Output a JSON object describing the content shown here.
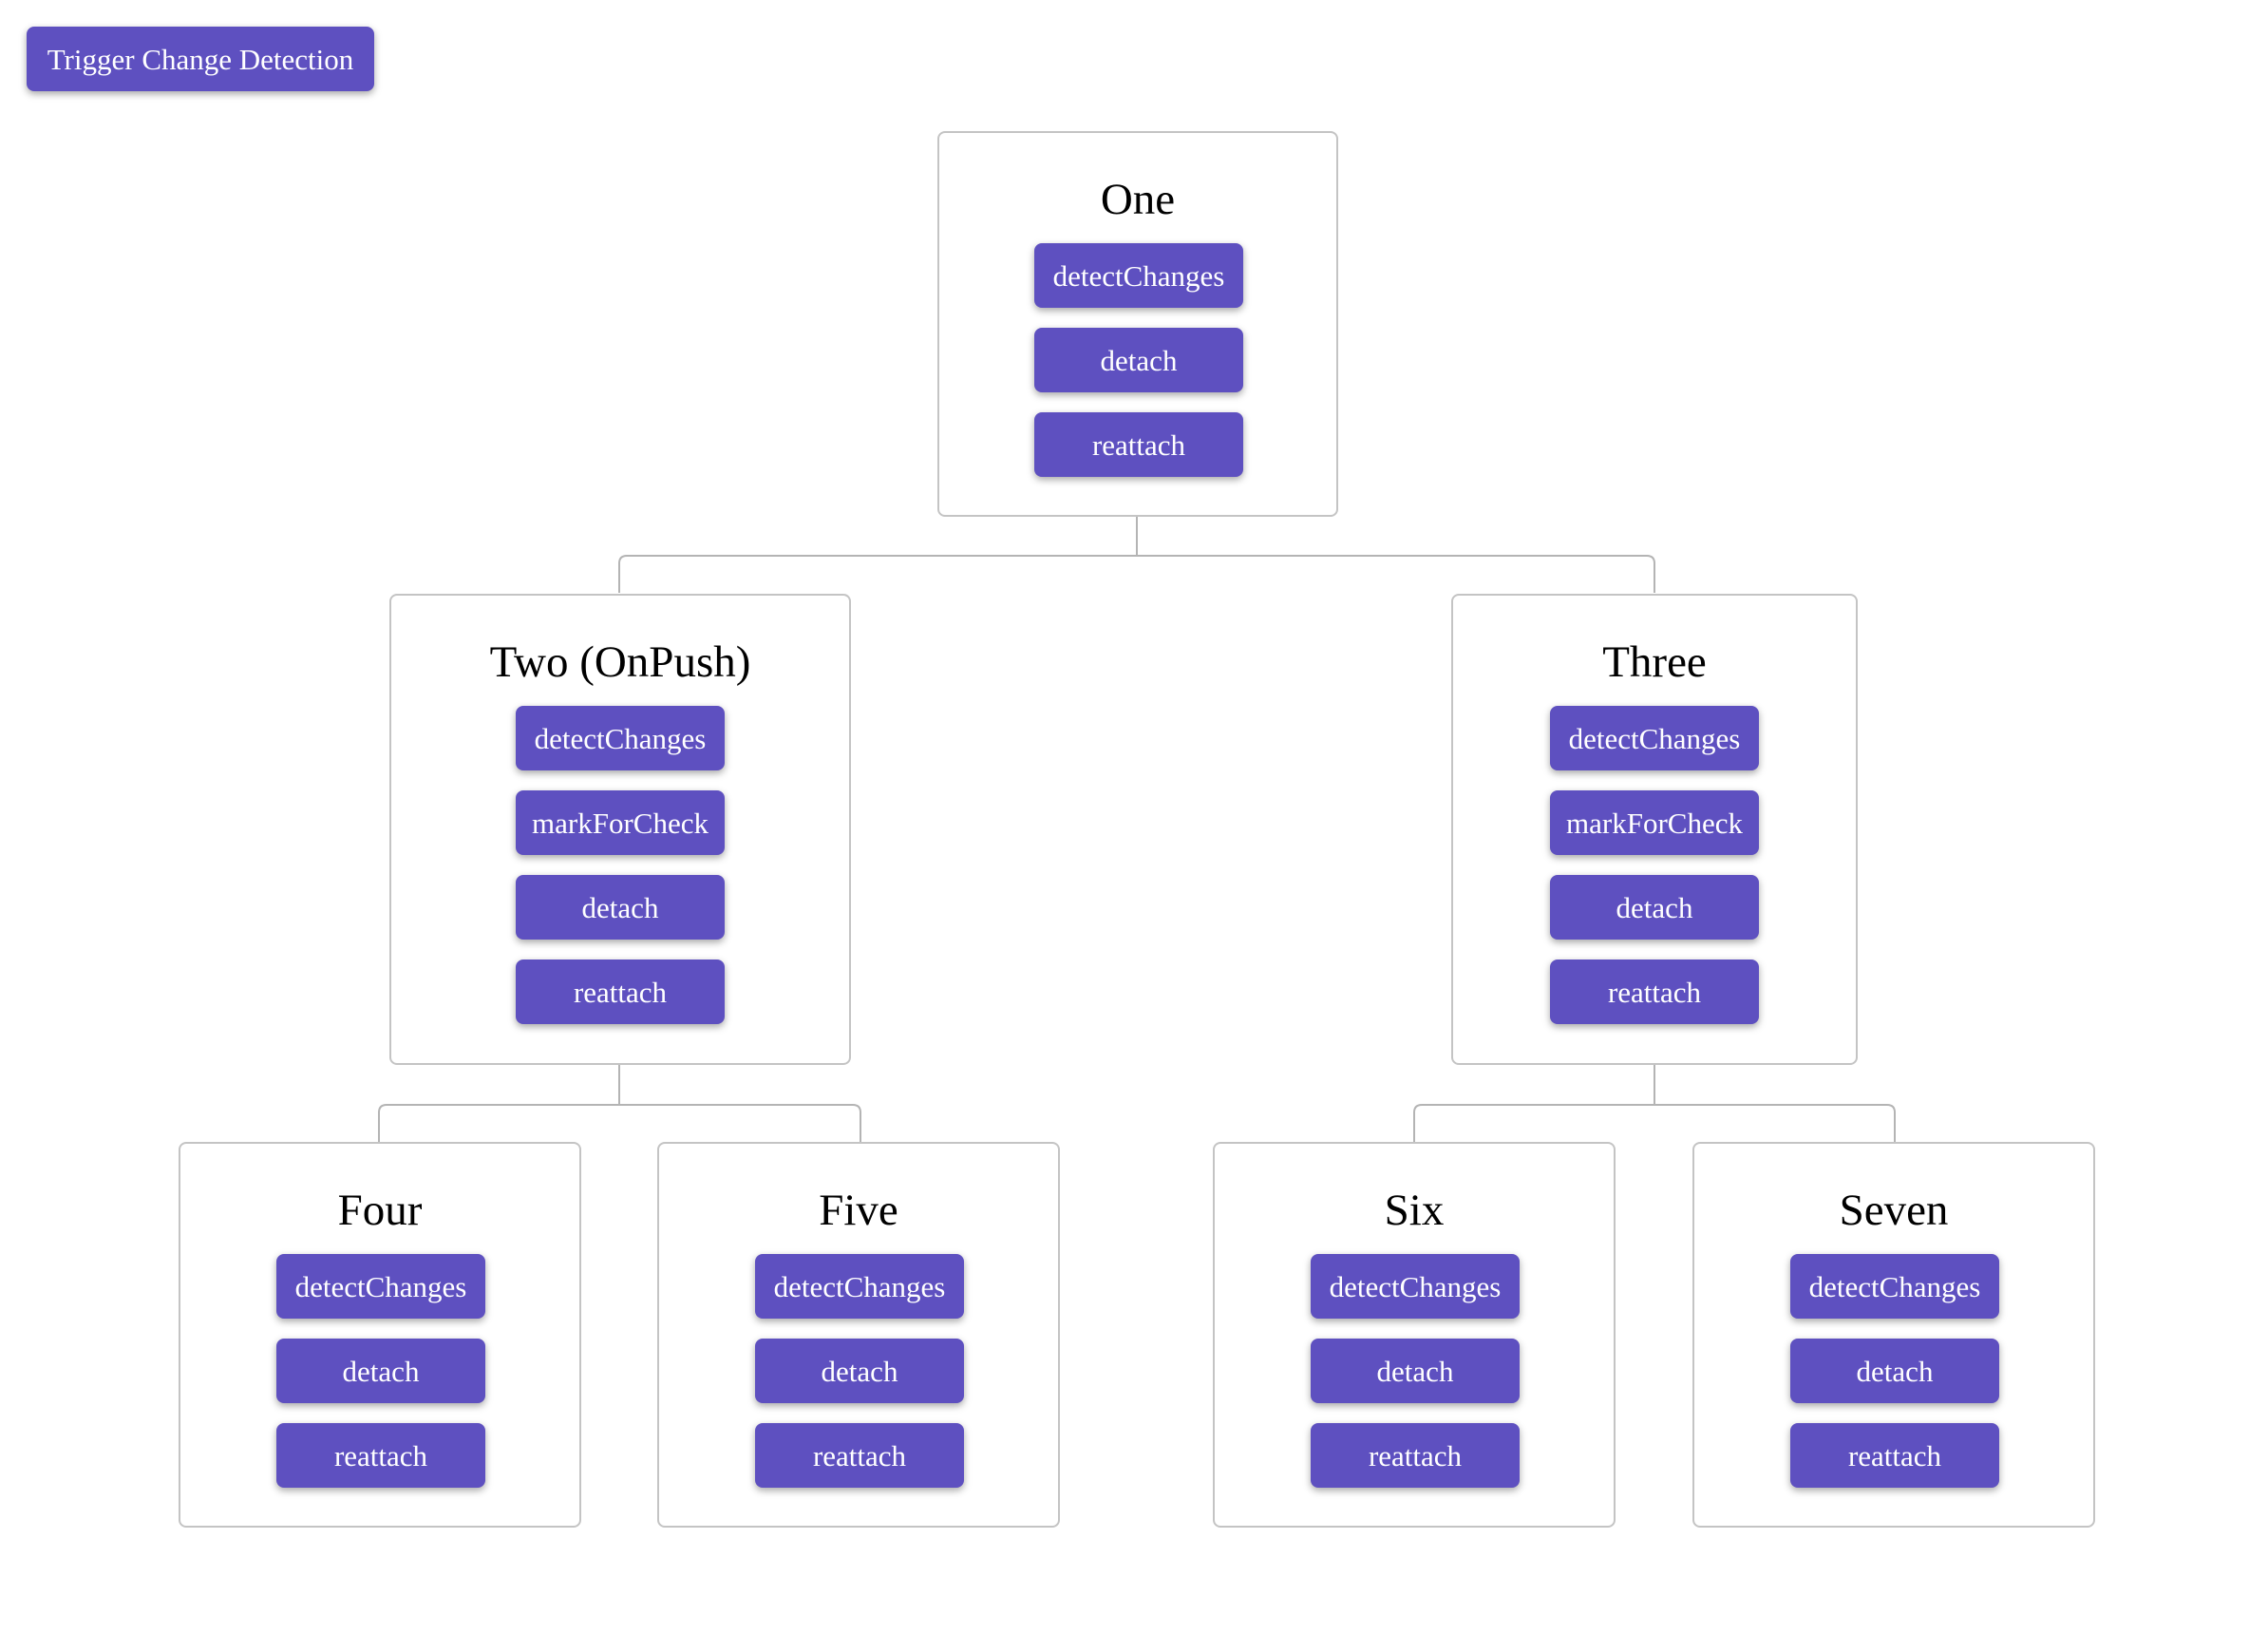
{
  "toolbar": {
    "trigger_label": "Trigger Change Detection"
  },
  "nodes": {
    "one": {
      "title": "One",
      "buttons": [
        "detectChanges",
        "detach",
        "reattach"
      ]
    },
    "two": {
      "title": "Two (OnPush)",
      "buttons": [
        "detectChanges",
        "markForCheck",
        "detach",
        "reattach"
      ]
    },
    "three": {
      "title": "Three",
      "buttons": [
        "detectChanges",
        "markForCheck",
        "detach",
        "reattach"
      ]
    },
    "four": {
      "title": "Four",
      "buttons": [
        "detectChanges",
        "detach",
        "reattach"
      ]
    },
    "five": {
      "title": "Five",
      "buttons": [
        "detectChanges",
        "detach",
        "reattach"
      ]
    },
    "six": {
      "title": "Six",
      "buttons": [
        "detectChanges",
        "detach",
        "reattach"
      ]
    },
    "seven": {
      "title": "Seven",
      "buttons": [
        "detectChanges",
        "detach",
        "reattach"
      ]
    }
  },
  "colors": {
    "button": "#5e50c0",
    "border": "#c4c4c4",
    "connector": "#b4b4b4"
  }
}
